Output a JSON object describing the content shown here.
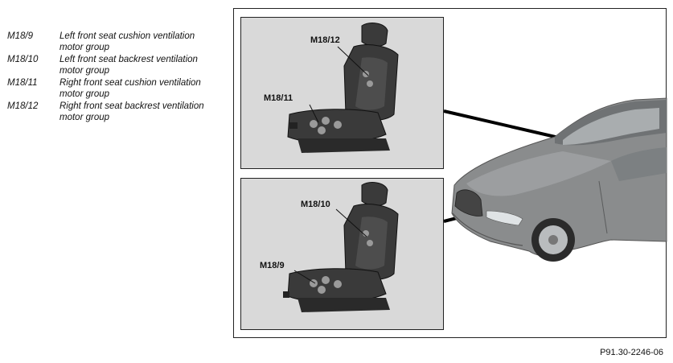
{
  "legend": [
    {
      "code": "M18/9",
      "text": "Left front seat cushion ventilation motor group"
    },
    {
      "code": "M18/10",
      "text": "Left front seat backrest ventilation motor group"
    },
    {
      "code": "M18/11",
      "text": "Right front seat cushion ventilation motor group"
    },
    {
      "code": "M18/12",
      "text": "Right front seat backrest ventilation motor group"
    }
  ],
  "callouts": {
    "top_backrest": "M18/12",
    "top_cushion": "M18/11",
    "bottom_backrest": "M18/10",
    "bottom_cushion": "M18/9"
  },
  "figure_id": "P91.30-2246-06",
  "colors": {
    "panel_bg": "#d9d9d9",
    "car_body": "#8a8c8d",
    "seat_leather": "#3a3a3a"
  }
}
